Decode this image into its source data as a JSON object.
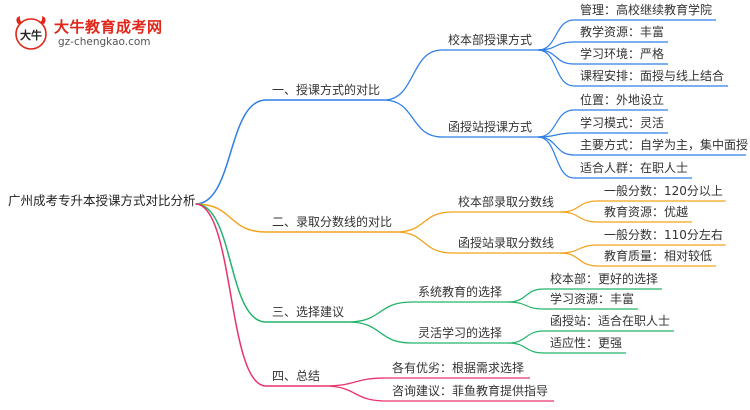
{
  "logo": {
    "title": "大牛教育成考网",
    "url": "gz-chengkao.com",
    "mark_text": "大牛"
  },
  "colors": {
    "blue": "#2f7fe6",
    "orange": "#f2a31b",
    "green": "#23b46a",
    "pink": "#e8336a"
  },
  "root": "广州成考专升本授课方式对比分析",
  "branches": [
    {
      "label": "一、授课方式的对比",
      "color": "blue",
      "children": [
        {
          "label": "校本部授课方式",
          "leaves": [
            "管理：高校继续教育学院",
            "教学资源：丰富",
            "学习环境：严格",
            "课程安排：面授与线上结合"
          ]
        },
        {
          "label": "函授站授课方式",
          "leaves": [
            "位置：外地设立",
            "学习模式：灵活",
            "主要方式：自学为主，集中面授",
            "适合人群：在职人士"
          ]
        }
      ]
    },
    {
      "label": "二、录取分数线的对比",
      "color": "orange",
      "children": [
        {
          "label": "校本部录取分数线",
          "leaves": [
            "一般分数：120分以上",
            "教育资源：优越"
          ]
        },
        {
          "label": "函授站录取分数线",
          "leaves": [
            "一般分数：110分左右",
            "教育质量：相对较低"
          ]
        }
      ]
    },
    {
      "label": "三、选择建议",
      "color": "green",
      "children": [
        {
          "label": "系统教育的选择",
          "leaves": [
            "校本部：更好的选择",
            "学习资源：丰富"
          ]
        },
        {
          "label": "灵活学习的选择",
          "leaves": [
            "函授站：适合在职人士",
            "适应性：更强"
          ]
        }
      ]
    },
    {
      "label": "四、总结",
      "color": "pink",
      "children": [
        {
          "label": "各有优劣：根据需求选择",
          "leaves": []
        },
        {
          "label": "咨询建议：菲鱼教育提供指导",
          "leaves": []
        }
      ]
    }
  ]
}
